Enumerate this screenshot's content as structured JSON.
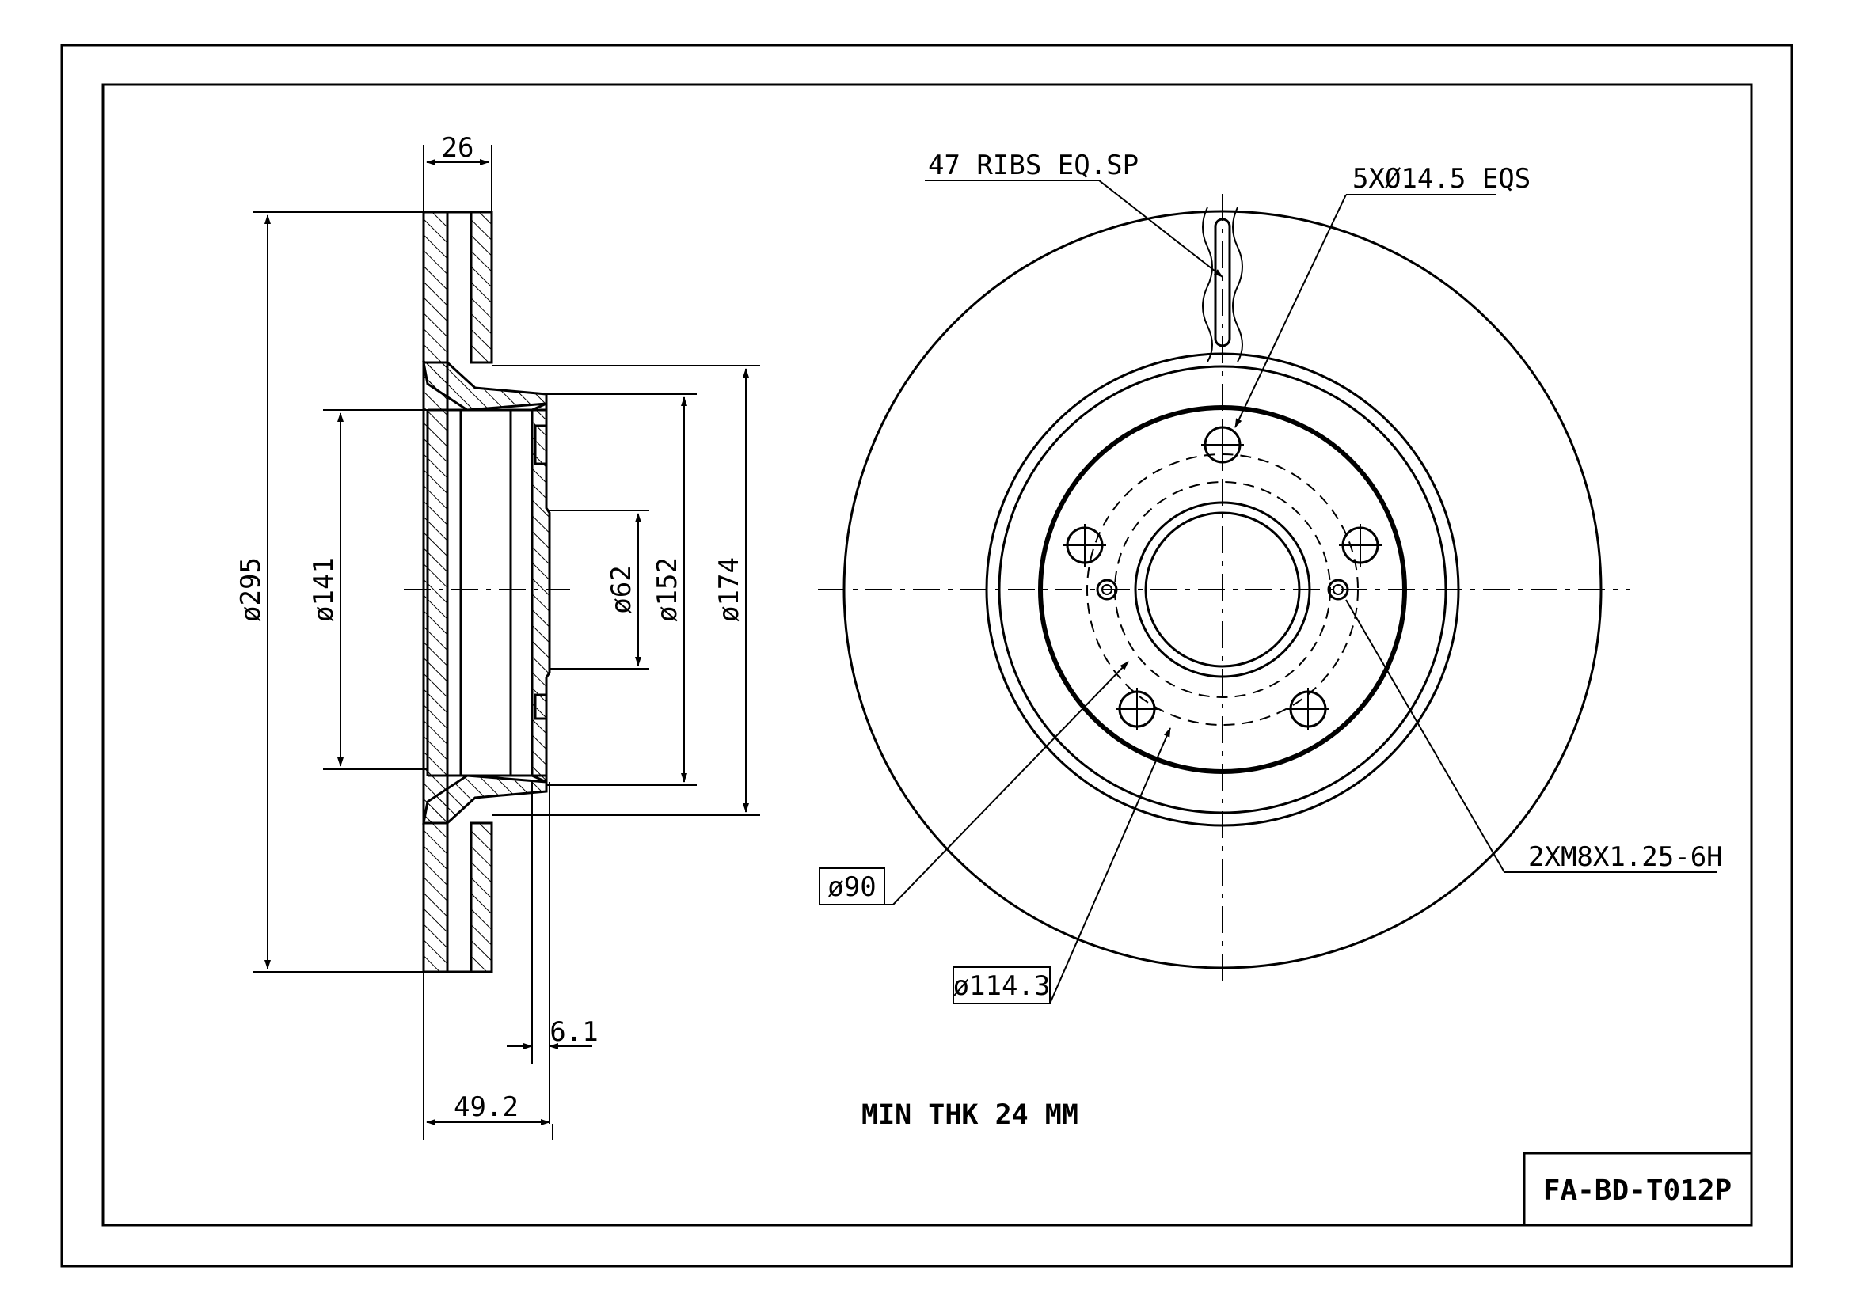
{
  "drawing": {
    "part_number": "FA-BD-T012P",
    "min_thickness_note": "MIN THK 24 MM"
  },
  "side_view": {
    "dim_width": "26",
    "dim_outer_diameter": "ø295",
    "dim_hat_diameter": "ø141",
    "dim_center_bore": "ø62",
    "dim_pilot_diameter": "ø152",
    "dim_hub_diameter": "ø174",
    "dim_flange_thickness": "6.1",
    "dim_total_height": "49.2"
  },
  "front_view": {
    "ribs_label": "47 RIBS EQ.SP",
    "bolt_holes_label": "5XØ14.5 EQS",
    "thread_label": "2XM8X1.25-6H",
    "dim_90": "ø90",
    "dim_pcd": "ø114.3"
  }
}
